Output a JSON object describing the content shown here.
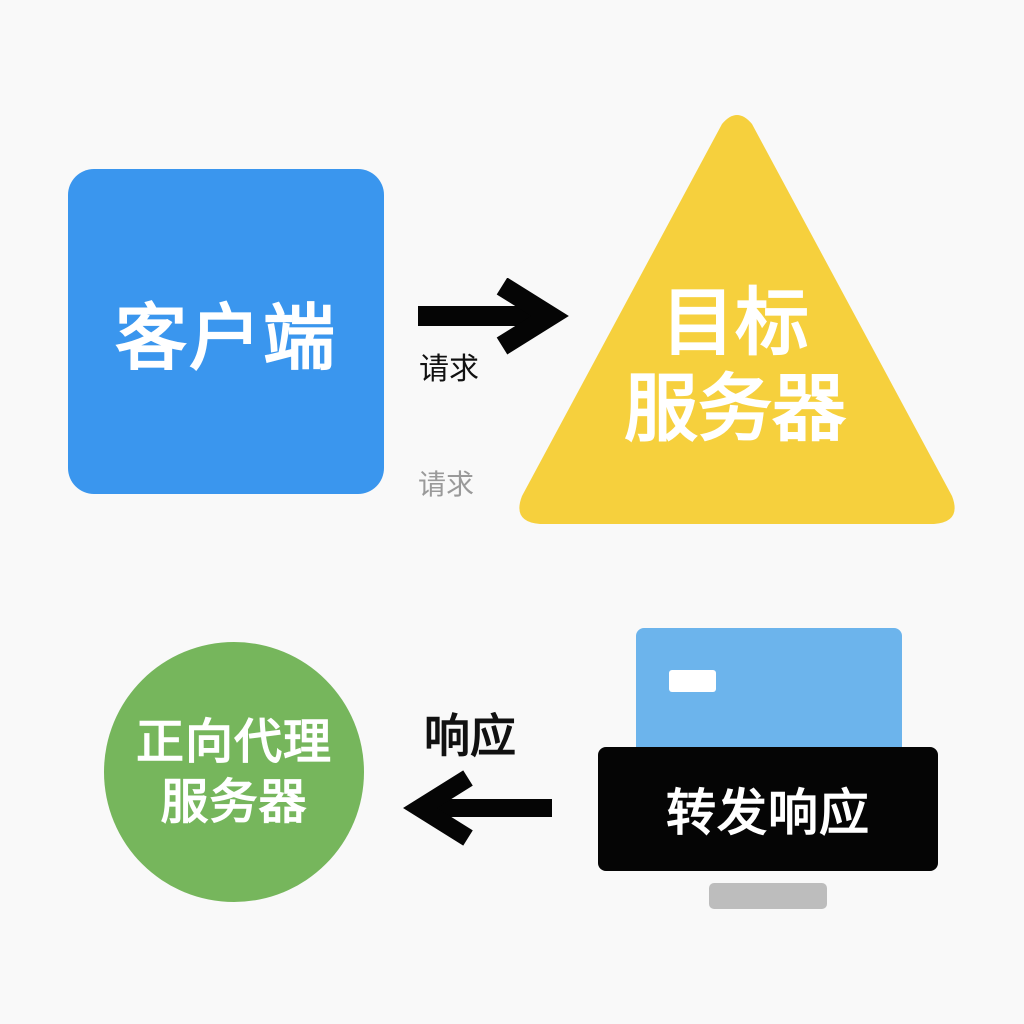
{
  "client": {
    "label": "客户端",
    "color": "#3a96ee"
  },
  "target_server": {
    "line1": "目标",
    "line2": "服务器",
    "color": "#f6d03d"
  },
  "request_labels": [
    "请求",
    "请求"
  ],
  "forward_proxy": {
    "line1": "正向代理",
    "line2": "服务器",
    "color": "#76b65c"
  },
  "response_label": "响应",
  "printer": {
    "label": "转发响应",
    "body_color": "#6cb4ec",
    "panel_color": "#050505",
    "tray_color": "#bdbdbd"
  },
  "icons": [
    "arrow-right-icon",
    "arrow-left-icon",
    "printer-icon"
  ]
}
